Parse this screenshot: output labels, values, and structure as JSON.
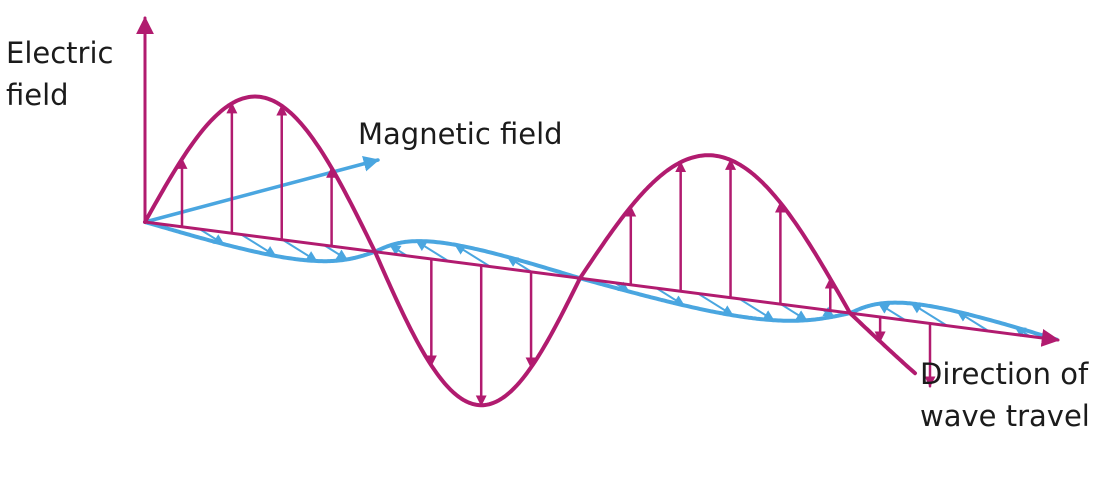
{
  "labels": {
    "electric_field": [
      "Electric",
      "field"
    ],
    "magnetic_field": "Magnetic field",
    "direction_of_travel": [
      "Direction of",
      "wave travel"
    ]
  },
  "colors": {
    "electric": "#b11b6f",
    "magnetic": "#4aa6e0",
    "text": "#1b1b1b",
    "background": "#ffffff"
  },
  "arrows": {
    "electric_field_arrows": 16,
    "magnetic_field_arrows": 22
  }
}
